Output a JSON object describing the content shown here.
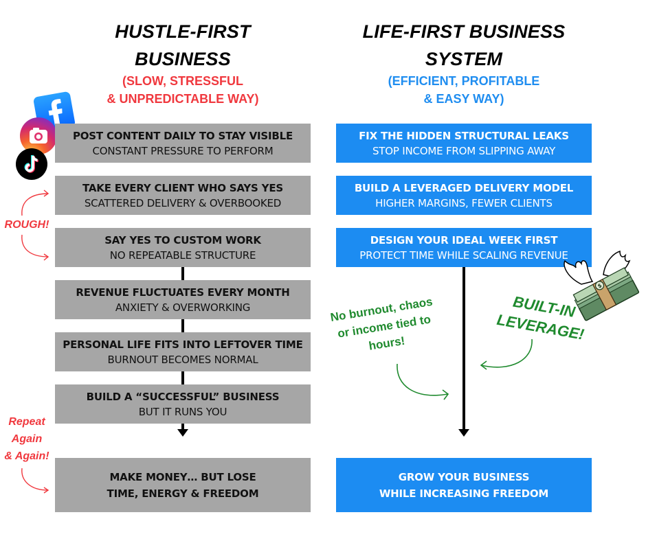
{
  "left": {
    "title_line1": "HUSTLE-FIRST",
    "title_line2": "BUSINESS",
    "subtitle_line1": "(SLOW, STRESSFUL",
    "subtitle_line2": "& UNPREDICTABLE WAY)",
    "steps": [
      {
        "heading": "POST CONTENT DAILY TO STAY VISIBLE",
        "detail": "CONSTANT PRESSURE TO PERFORM"
      },
      {
        "heading": "TAKE EVERY CLIENT WHO SAYS YES",
        "detail": "SCATTERED DELIVERY & OVERBOOKED"
      },
      {
        "heading": "SAY YES TO CUSTOM WORK",
        "detail": "NO REPEATABLE STRUCTURE"
      },
      {
        "heading": "REVENUE FLUCTUATES EVERY MONTH",
        "detail": "ANXIETY & OVERWORKING"
      },
      {
        "heading": "PERSONAL LIFE FITS INTO LEFTOVER TIME",
        "detail": "BURNOUT BECOMES NORMAL"
      },
      {
        "heading": "BUILD A “SUCCESSFUL” BUSINESS",
        "detail": "BUT IT RUNS YOU"
      }
    ],
    "outcome": {
      "line1": "MAKE MONEY… BUT LOSE",
      "line2": "TIME, ENERGY & FREEDOM"
    },
    "annotations": {
      "rough": "ROUGH!",
      "repeat_line1": "Repeat",
      "repeat_line2": "Again",
      "repeat_line3": "& Again!"
    },
    "social_icons": [
      "facebook-icon",
      "instagram-icon",
      "tiktok-icon"
    ]
  },
  "right": {
    "title_line1": "LIFE-FIRST BUSINESS",
    "title_line2": "SYSTEM",
    "subtitle_line1": "(EFFICIENT, PROFITABLE",
    "subtitle_line2": "& EASY WAY)",
    "steps": [
      {
        "heading": "FIX THE HIDDEN STRUCTURAL LEAKS",
        "detail": "STOP INCOME FROM SLIPPING AWAY"
      },
      {
        "heading": "BUILD A LEVERAGED DELIVERY MODEL",
        "detail": "HIGHER MARGINS, FEWER CLIENTS"
      },
      {
        "heading": "DESIGN YOUR IDEAL WEEK FIRST",
        "detail": "PROTECT TIME WHILE SCALING REVENUE"
      }
    ],
    "outcome": {
      "line1": "GROW YOUR BUSINESS",
      "line2": "WHILE INCREASING FREEDOM"
    },
    "annotations": {
      "no_burnout_line1": "No burnout, chaos",
      "no_burnout_line2": "or income tied to",
      "no_burnout_line3": "hours!",
      "leverage_line1": "BUILT-IN",
      "leverage_line2": "LEVERAGE!"
    },
    "illustration": "flying-money-icon"
  },
  "colors": {
    "gray_box": "#a6a6a6",
    "blue_box": "#1c8cf2",
    "red_accent": "#f0383e",
    "blue_accent": "#1f8df0",
    "green_accent": "#1f8a2e"
  }
}
